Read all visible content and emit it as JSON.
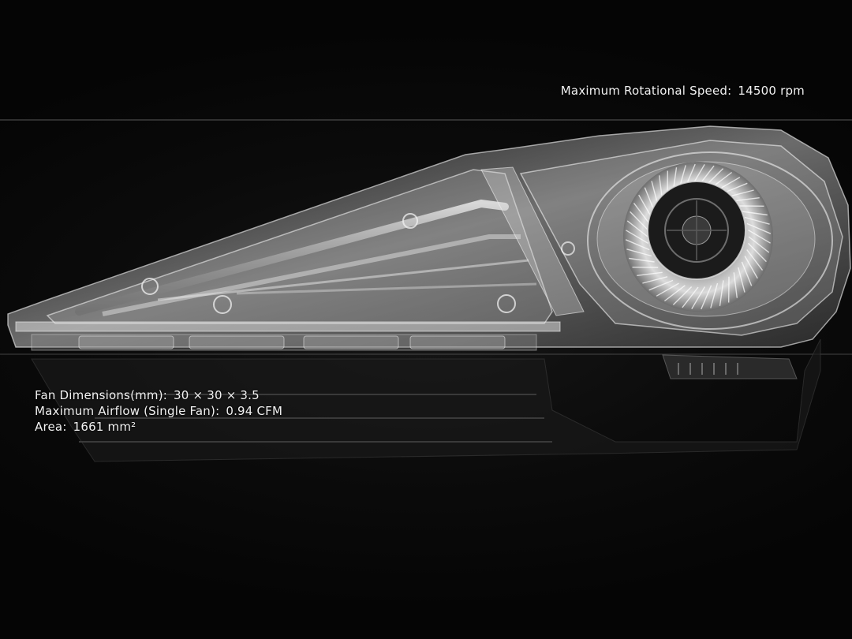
{
  "specs": {
    "rotational_speed": {
      "label": "Maximum Rotational Speed:",
      "value": "14500 rpm"
    },
    "fan_dimensions": {
      "label": "Fan Dimensions(mm):",
      "value": "30 × 30 × 3.5"
    },
    "max_airflow": {
      "label": "Maximum Airflow (Single Fan):",
      "value": "0.94 CFM"
    },
    "area": {
      "label": "Area:",
      "value": "1661 mm²"
    }
  }
}
